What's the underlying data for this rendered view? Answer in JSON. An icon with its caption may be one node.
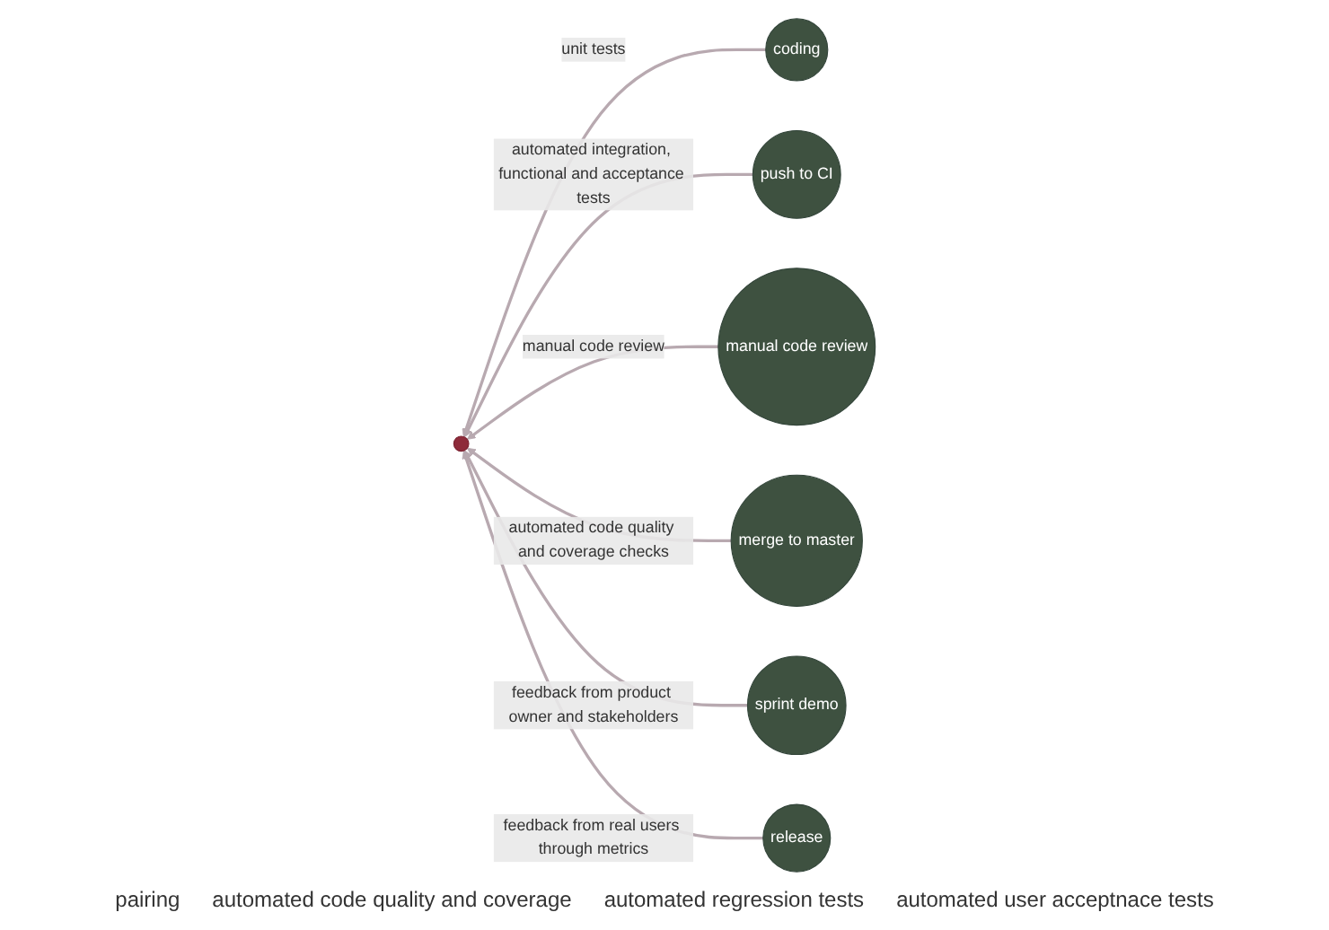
{
  "diagram": {
    "nodes": [
      {
        "text": [],
        "shape": "circle"
      },
      {
        "text": [
          "coding"
        ]
      },
      {
        "text": [
          "push to CI"
        ]
      },
      {
        "text": [
          "manual code review"
        ]
      },
      {
        "text": [
          "merge to master"
        ]
      },
      {
        "text": [
          "sprint demo"
        ]
      },
      {
        "text": [
          "release"
        ]
      }
    ],
    "edges": [
      {
        "from": 1,
        "to": 0,
        "arrow": "to",
        "label": "unit tests"
      },
      {
        "from": 2,
        "to": 0,
        "arrow": "to",
        "label": "automated integration, functional and acceptance tests"
      },
      {
        "from": 3,
        "to": 0,
        "arrow": "to",
        "label": "manual code review"
      },
      {
        "from": 4,
        "to": 0,
        "arrow": "to",
        "label": "automated code quality and coverage checks"
      },
      {
        "from": 5,
        "to": 0,
        "arrow": "to",
        "label": "feedback from product owner and stakeholders"
      },
      {
        "from": 6,
        "to": 0,
        "arrow": "to",
        "label": "feedback from real users through metrics"
      }
    ],
    "labels": [
      "pairing",
      "automated code quality and coverage",
      "automated regression tests",
      "automated user acceptnace tests"
    ]
  }
}
